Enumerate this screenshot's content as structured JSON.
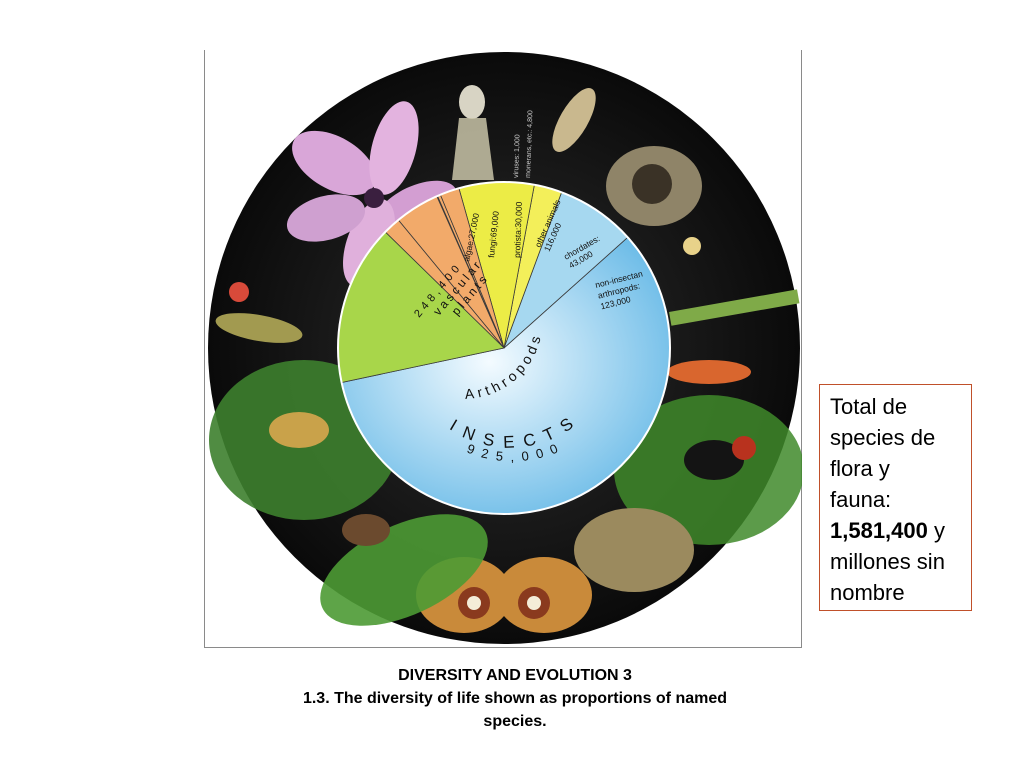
{
  "chart_data": {
    "type": "pie",
    "title": "",
    "slices": [
      {
        "label": "INSECTS",
        "value": 925000,
        "display": "925,000"
      },
      {
        "label": "non-insectan arthropods",
        "value": 123000,
        "display": "non-insectan arthropods: 123,000"
      },
      {
        "label": "chordates",
        "value": 43000,
        "display": "chordates: 43,000"
      },
      {
        "label": "other animals",
        "value": 116000,
        "display": "other animals: 116,000"
      },
      {
        "label": "protista",
        "value": 30000,
        "display": "protista:30,000"
      },
      {
        "label": "monerans, etc.",
        "value": 4800,
        "display": "monerans, etc.: 4,800"
      },
      {
        "label": "viruses",
        "value": 1000,
        "display": "viruses: 1,000"
      },
      {
        "label": "fungi",
        "value": 69000,
        "display": "fungi:69,000"
      },
      {
        "label": "algae",
        "value": 27000,
        "display": "algae:27,000"
      },
      {
        "label": "vascular plants",
        "value": 248400,
        "display": "248,400 vascular plants"
      }
    ],
    "group_label": "Arthropods",
    "insects_label": "INSECTS",
    "insects_value_label": "925,000",
    "plants_value_label": "248,400",
    "plants_label_1": "vascular",
    "plants_label_2": "plants",
    "colors": {
      "insects": "#7ec6ec",
      "non_insectan": "#a6d8f0",
      "chordates": "#f3ef5a",
      "other_animals": "#ecec46",
      "protista": "#f2aa6a",
      "monerans": "#f2aa6a",
      "viruses": "#f2aa6a",
      "fungi": "#f2aa6a",
      "algae": "#f2aa6a",
      "plants": "#a8d64a",
      "background": "#141414"
    }
  },
  "callout": {
    "line1": "Total de",
    "line2": "species de",
    "line3": "flora y",
    "line4": "fauna:",
    "total": "1,581,400",
    "after_total": " y",
    "line6": "millones sin",
    "line7": "nombre"
  },
  "caption": {
    "line1": "DIVERSITY AND EVOLUTION 3",
    "line2": "1.3. The diversity of life shown as proportions of named",
    "line3": "species."
  }
}
